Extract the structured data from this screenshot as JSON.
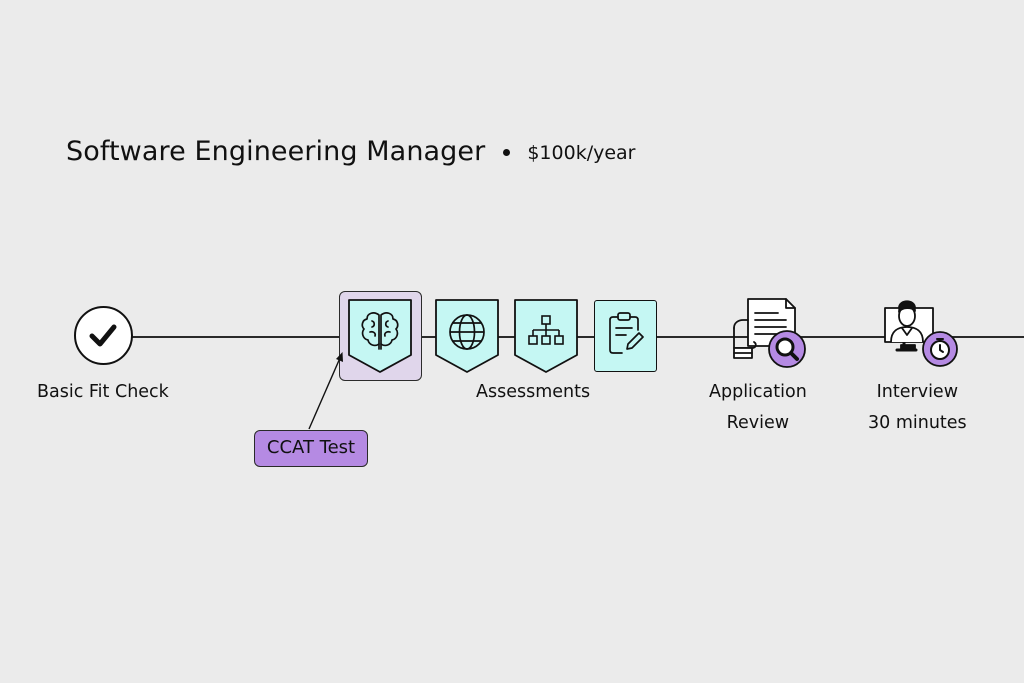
{
  "header": {
    "job_title": "Software Engineering Manager",
    "salary": "$100k/year"
  },
  "steps": [
    {
      "label": "Basic Fit Check",
      "icon": "checkmark-icon"
    },
    {
      "label": "Assessments",
      "icon_names": [
        "brain-icon",
        "globe-icon",
        "org-chart-icon",
        "clipboard-pen-icon"
      ]
    },
    {
      "label_lines": [
        "Application",
        "Review"
      ],
      "icon": "document-search-icon"
    },
    {
      "label_lines": [
        "Interview",
        "30 minutes"
      ],
      "icon": "person-computer-timer-icon"
    }
  ],
  "callout": {
    "label": "CCAT Test"
  },
  "colors": {
    "background": "#ebebeb",
    "assessment_fill": "#c5f7f3",
    "highlight_fill": "#e0d6eb",
    "callout_fill": "#b58ae3",
    "accent_purple": "#b58ae3",
    "line": "#2a2a2a"
  }
}
